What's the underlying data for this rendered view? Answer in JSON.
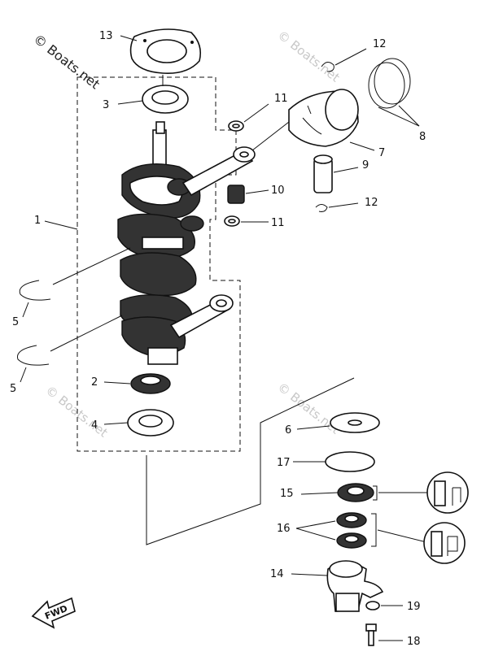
{
  "watermarks": [
    "© Boats.net",
    "© Boats.net",
    "© Boats.net",
    "© Boats.net"
  ],
  "arrow_label": "FWD",
  "labels": {
    "p1": "1",
    "p2": "2",
    "p3": "3",
    "p4": "4",
    "p5": "5",
    "p6": "6",
    "p7": "7",
    "p8": "8",
    "p9": "9",
    "p10": "10",
    "p11": "11",
    "p12": "12",
    "p13": "13",
    "p14": "14",
    "p15": "15",
    "p16": "16",
    "p17": "17",
    "p18": "18",
    "p19": "19"
  }
}
